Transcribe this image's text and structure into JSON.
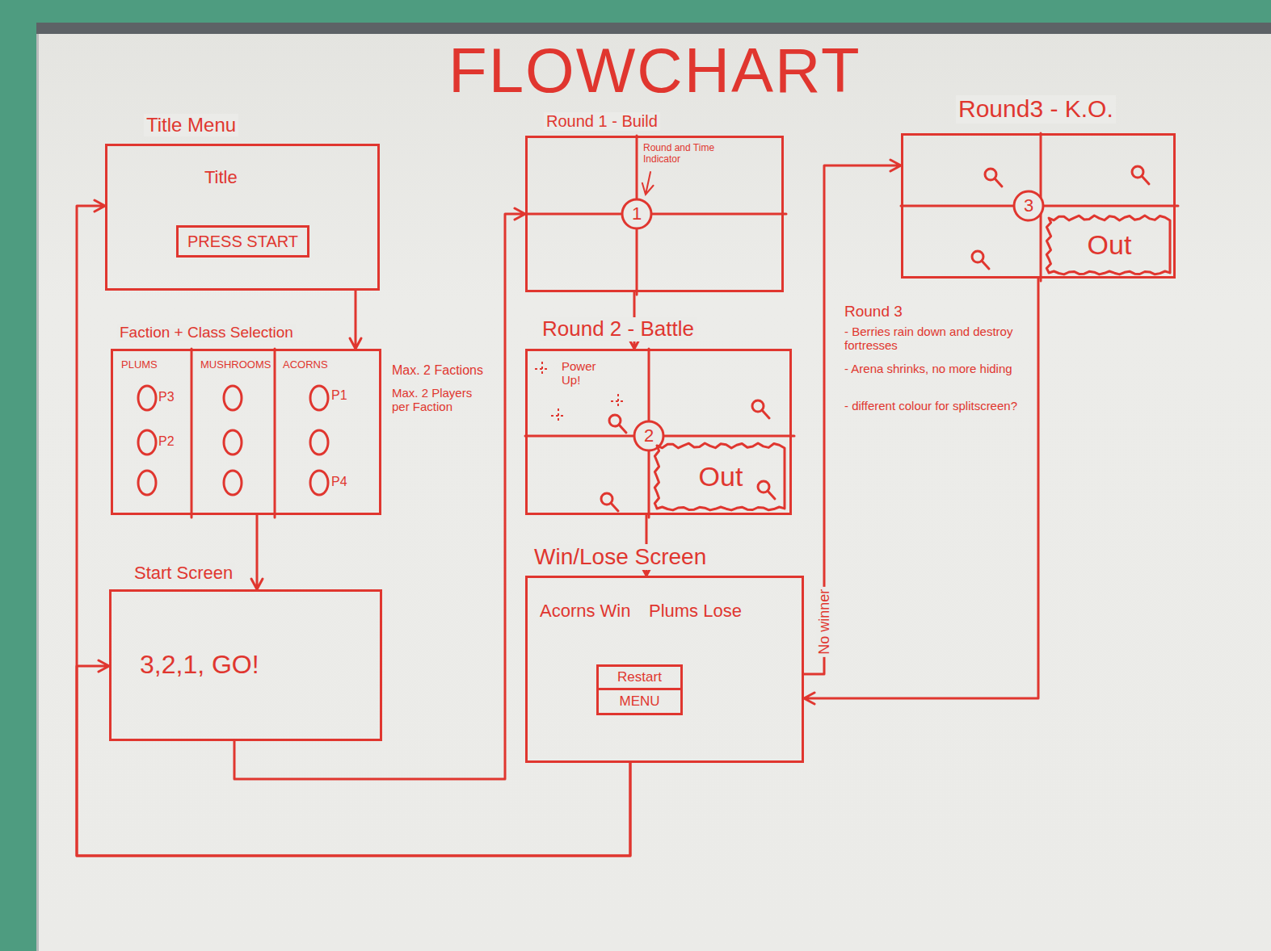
{
  "diagram": {
    "title": "FLOWCHART",
    "nodes": [
      {
        "text": [
          "Title Menu",
          "Title"
        ]
      },
      {
        "text": [
          "PRESS START"
        ],
        "in": 0
      },
      {
        "text": [
          "Faction + Class Selection",
          "PLUMS",
          "MUSHROOMS",
          "ACORNS",
          "P3",
          "P2",
          "P1",
          "P4"
        ]
      },
      {
        "text": [
          "Start Screen",
          "3,2,1, GO!"
        ]
      },
      {
        "text": [
          "Round 1 - Build",
          "Round and Time Indicator"
        ]
      },
      {
        "text": [
          "1"
        ],
        "in": 4
      },
      {
        "text": [
          "Round 2 - Battle",
          "Power Up!"
        ]
      },
      {
        "text": [
          "2"
        ],
        "in": 6
      },
      {
        "text": [
          "Out"
        ],
        "in": 6
      },
      {
        "text": [
          "Win/Lose Screen",
          "Acorns Win",
          "Plums Lose"
        ]
      },
      {
        "text": [
          "Restart"
        ],
        "in": 9
      },
      {
        "text": [
          "MENU"
        ],
        "in": 9
      },
      {
        "text": [
          "Round3 - K.O."
        ]
      },
      {
        "text": [
          "3"
        ],
        "in": 12
      },
      {
        "text": [
          "Out"
        ],
        "in": 12
      }
    ],
    "edges": [
      {
        "from": 0,
        "to": 2,
        "arrow": "to"
      },
      {
        "from": 2,
        "to": 3,
        "arrow": "to"
      },
      {
        "from": 3,
        "to": 4,
        "arrow": "to"
      },
      {
        "from": 4,
        "to": 6,
        "arrow": "to"
      },
      {
        "from": 6,
        "to": 9,
        "arrow": "to"
      },
      {
        "from": 9,
        "to": 12,
        "label": "No winner",
        "arrow": "to"
      },
      {
        "from": 12,
        "to": 9,
        "arrow": "to"
      },
      {
        "from": 9,
        "to": 3,
        "arrow": "to"
      },
      {
        "from": 9,
        "to": 0,
        "arrow": "to"
      }
    ],
    "labels": [
      "Max. 2 Factions",
      "Max. 2 Players per Faction",
      "Round 3",
      "- Berries rain down and destroy fortresses",
      "- Arena shrinks, no more hiding",
      "- different colour for splitscreen?"
    ]
  }
}
